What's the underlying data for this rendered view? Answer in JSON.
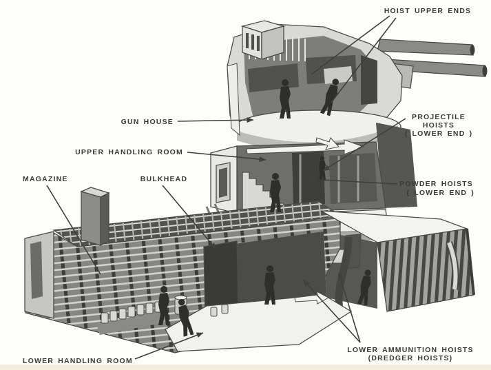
{
  "figure_type": "cutaway illustration of a naval twin-gun turret and ammunition handling spaces",
  "colors": {
    "background": "#fdfdfb",
    "ink": "#3a3a38",
    "scan_strip": "#f3eede",
    "steel_light": "#d9d9d6",
    "steel_dark": "#4b4b49"
  },
  "labels": {
    "hoist_upper_ends": {
      "text": "HOIST UPPER ENDS"
    },
    "gun_house": {
      "text": "GUN HOUSE"
    },
    "upper_handling_room": {
      "text": "UPPER HANDLING ROOM"
    },
    "bulkhead": {
      "text": "BULKHEAD"
    },
    "magazine": {
      "text": "MAGAZINE"
    },
    "projectile_hoists": {
      "line1": "PROJECTILE",
      "line2": "HOISTS",
      "line3": "( LOWER  END )"
    },
    "powder_hoists": {
      "line1": "POWDER  HOISTS",
      "line2": "( LOWER  END )"
    },
    "lower_ammunition_hoists": {
      "line1": "LOWER  AMMUNITION  HOISTS",
      "line2": "(DREDGER  HOISTS)"
    },
    "lower_handling_room": {
      "text": "LOWER  HANDLING  ROOM"
    }
  }
}
